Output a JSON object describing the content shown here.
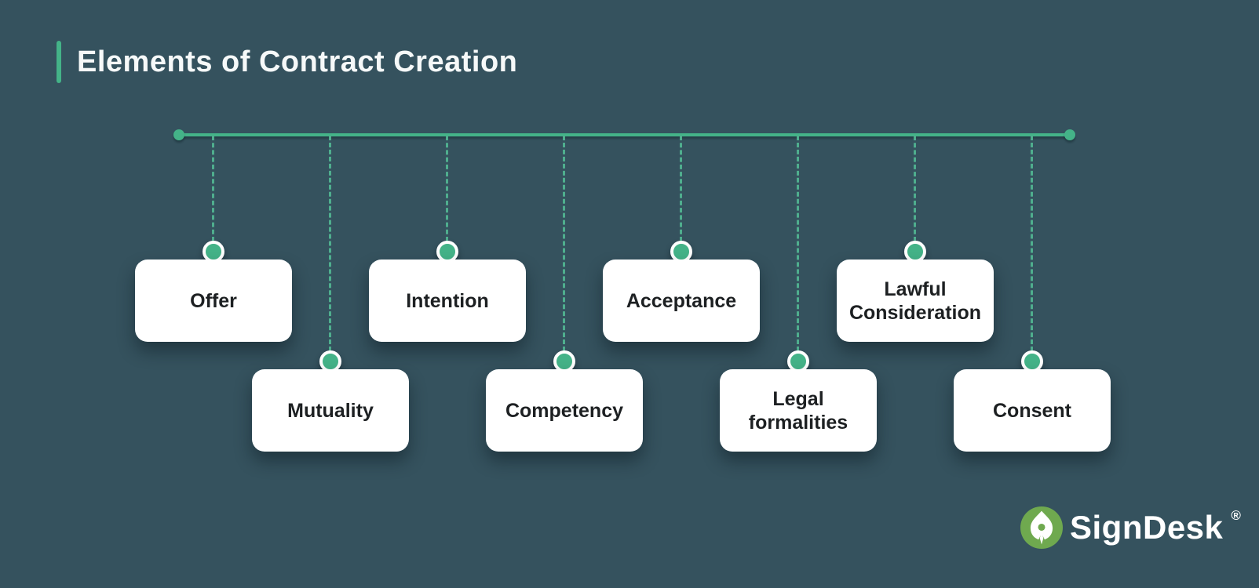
{
  "title": "Elements of Contract Creation",
  "colors": {
    "background": "#35525e",
    "accent": "#44b388",
    "dash": "#4fae8e",
    "card_bg": "#ffffff",
    "card_text": "#1d2022",
    "title_color": "#f6f9f9",
    "logo_green": "#6fa94f"
  },
  "cards": [
    {
      "label": "Offer"
    },
    {
      "label": "Intention"
    },
    {
      "label": "Acceptance"
    },
    {
      "label": "Lawful\nConsideration"
    },
    {
      "label": "Mutuality"
    },
    {
      "label": "Competency"
    },
    {
      "label": "Legal\nformalities"
    },
    {
      "label": "Consent"
    }
  ],
  "logo": {
    "text": "SignDesk",
    "trademark": "®",
    "icon": "pen-nib-icon"
  }
}
